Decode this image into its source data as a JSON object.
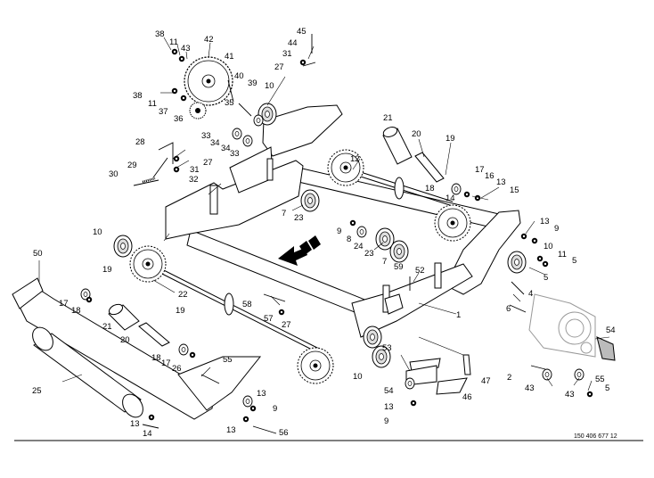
{
  "document_number": "150 406 677 12",
  "callouts": [
    {
      "id": "c45",
      "text": "45"
    },
    {
      "id": "c38a",
      "text": "38"
    },
    {
      "id": "c11a",
      "text": "11"
    },
    {
      "id": "c43a",
      "text": "43"
    },
    {
      "id": "c42",
      "text": "42"
    },
    {
      "id": "c44",
      "text": "44"
    },
    {
      "id": "c31a",
      "text": "31"
    },
    {
      "id": "c27a",
      "text": "27"
    },
    {
      "id": "c41",
      "text": "41"
    },
    {
      "id": "c40",
      "text": "40"
    },
    {
      "id": "c39",
      "text": "39"
    },
    {
      "id": "c10a",
      "text": "10"
    },
    {
      "id": "c38b",
      "text": "38"
    },
    {
      "id": "c11b",
      "text": "11"
    },
    {
      "id": "c37",
      "text": "37"
    },
    {
      "id": "c35",
      "text": "35"
    },
    {
      "id": "c36",
      "text": "36"
    },
    {
      "id": "c33a",
      "text": "33"
    },
    {
      "id": "c34a",
      "text": "34"
    },
    {
      "id": "c34b",
      "text": "34"
    },
    {
      "id": "c33b",
      "text": "33"
    },
    {
      "id": "c21a",
      "text": "21"
    },
    {
      "id": "c20a",
      "text": "20"
    },
    {
      "id": "c19a",
      "text": "19"
    },
    {
      "id": "c28",
      "text": "28"
    },
    {
      "id": "c27b",
      "text": "27"
    },
    {
      "id": "c31b",
      "text": "31"
    },
    {
      "id": "c12",
      "text": "12"
    },
    {
      "id": "c29",
      "text": "29"
    },
    {
      "id": "c32",
      "text": "32"
    },
    {
      "id": "c17a",
      "text": "17"
    },
    {
      "id": "c16",
      "text": "16"
    },
    {
      "id": "c30",
      "text": "30"
    },
    {
      "id": "c18a",
      "text": "18"
    },
    {
      "id": "c14a",
      "text": "14"
    },
    {
      "id": "c13a",
      "text": "13"
    },
    {
      "id": "c15",
      "text": "15"
    },
    {
      "id": "c7a",
      "text": "7"
    },
    {
      "id": "c23a",
      "text": "23"
    },
    {
      "id": "c13b",
      "text": "13"
    },
    {
      "id": "c9a",
      "text": "9"
    },
    {
      "id": "c10b",
      "text": "10"
    },
    {
      "id": "c9b",
      "text": "9"
    },
    {
      "id": "c8",
      "text": "8"
    },
    {
      "id": "c24",
      "text": "24"
    },
    {
      "id": "c23b",
      "text": "23"
    },
    {
      "id": "c10c",
      "text": "10"
    },
    {
      "id": "c11c",
      "text": "11"
    },
    {
      "id": "c7b",
      "text": "7"
    },
    {
      "id": "c59",
      "text": "59"
    },
    {
      "id": "c5a",
      "text": "5"
    },
    {
      "id": "c50",
      "text": "50"
    },
    {
      "id": "c52",
      "text": "52"
    },
    {
      "id": "c5b",
      "text": "5"
    },
    {
      "id": "c19b",
      "text": "19"
    },
    {
      "id": "c4",
      "text": "4"
    },
    {
      "id": "c22",
      "text": "22"
    },
    {
      "id": "c17b",
      "text": "17"
    },
    {
      "id": "c18b",
      "text": "18"
    },
    {
      "id": "c58",
      "text": "58"
    },
    {
      "id": "c6",
      "text": "6"
    },
    {
      "id": "c57",
      "text": "57"
    },
    {
      "id": "c27c",
      "text": "27"
    },
    {
      "id": "c1",
      "text": "1"
    },
    {
      "id": "c19c",
      "text": "19"
    },
    {
      "id": "c21b",
      "text": "21"
    },
    {
      "id": "c20b",
      "text": "20"
    },
    {
      "id": "c54a",
      "text": "54"
    },
    {
      "id": "c53",
      "text": "53"
    },
    {
      "id": "c18c",
      "text": "18"
    },
    {
      "id": "c17c",
      "text": "17"
    },
    {
      "id": "c26",
      "text": "26"
    },
    {
      "id": "c55a",
      "text": "55"
    },
    {
      "id": "c10d",
      "text": "10"
    },
    {
      "id": "c2",
      "text": "2"
    },
    {
      "id": "c47",
      "text": "47"
    },
    {
      "id": "c43b",
      "text": "43"
    },
    {
      "id": "c43c",
      "text": "43"
    },
    {
      "id": "c55b",
      "text": "55"
    },
    {
      "id": "c25",
      "text": "25"
    },
    {
      "id": "c13c",
      "text": "13"
    },
    {
      "id": "c54b",
      "text": "54"
    },
    {
      "id": "c46",
      "text": "46"
    },
    {
      "id": "c5c",
      "text": "5"
    },
    {
      "id": "c9c",
      "text": "9"
    },
    {
      "id": "c13d",
      "text": "13"
    },
    {
      "id": "c9d",
      "text": "9"
    },
    {
      "id": "c13e",
      "text": "13"
    },
    {
      "id": "c14b",
      "text": "14"
    },
    {
      "id": "c13f",
      "text": "13"
    },
    {
      "id": "c56",
      "text": "56"
    }
  ]
}
